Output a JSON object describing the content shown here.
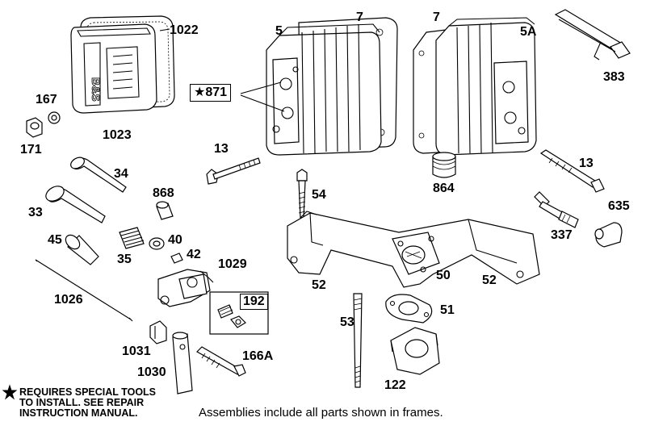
{
  "callouts": {
    "c1022": "1022",
    "c5": "5",
    "c7a": "7",
    "c7b": "7",
    "c5a": "5A",
    "c383": "383",
    "c167": "167",
    "c871": "871",
    "c171": "171",
    "c1023": "1023",
    "c13a": "13",
    "c13b": "13",
    "c34": "34",
    "c33": "33",
    "c868": "868",
    "c864": "864",
    "c54": "54",
    "c635": "635",
    "c337": "337",
    "c45": "45",
    "c40": "40",
    "c42": "42",
    "c35": "35",
    "c1029": "1029",
    "c50": "50",
    "c52a": "52",
    "c52b": "52",
    "c1026": "1026",
    "c192": "192",
    "c51": "51",
    "c53": "53",
    "c1031": "1031",
    "c166a": "166A",
    "c1030": "1030",
    "c122": "122"
  },
  "star_glyph": "★",
  "note": {
    "line1": "REQUIRES SPECIAL TOOLS",
    "line2": "TO INSTALL.  SEE REPAIR",
    "line3": "INSTRUCTION MANUAL."
  },
  "footer": "Assemblies include all parts shown in frames."
}
